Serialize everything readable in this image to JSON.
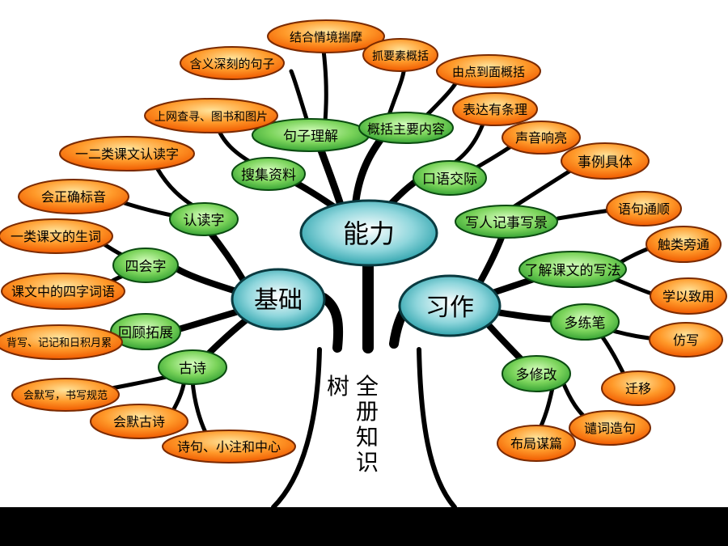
{
  "title": {
    "part1": "树",
    "part2": "全册知识"
  },
  "colors": {
    "main_fill": "#1d9aa4",
    "main_stroke": "#0a3a40",
    "green_fill": "#2aa032",
    "green_light": "#b8f09a",
    "orange_fill": "#ff6a00",
    "orange_light": "#ffd27a",
    "branch": "#000000"
  },
  "main_nodes": {
    "ability": "能力",
    "foundation": "基础",
    "writing": "习作"
  },
  "green_nodes": {
    "sentence": "句子理解",
    "summary": "概括主要内容",
    "search": "搜集资料",
    "oral": "口语交际",
    "literacy": "认读字",
    "four": "四会字",
    "review": "回顾拓展",
    "poem": "古诗",
    "narrate": "写人记事写景",
    "method": "了解课文的写法",
    "practice": "多练笔",
    "revise": "多修改"
  },
  "orange_nodes": {
    "vivid": "结合情境揣摩",
    "deep": "含义深刻的句子",
    "key": "抓要素概括",
    "point": "由点到面概括",
    "net": "上网查寻、图书和图片",
    "logic": "表达有条理",
    "loud": "声音响亮",
    "rich": "事例具体",
    "fluent": "语句通顺",
    "words12": "一二类课文认读字",
    "accent": "会正确标音",
    "new_words": "一类课文的生词",
    "idioms": "课文中的四字词语",
    "accumulate": "背写、记记和日积月累",
    "dictation": "会默写，书写规范",
    "recite": "会默古诗",
    "meaning": "诗句、小注和中心",
    "analogy": "触类旁通",
    "apply": "学以致用",
    "imitate": "仿写",
    "transfer": "迁移",
    "diction": "谴词造句",
    "layout": "布局谋篇"
  }
}
